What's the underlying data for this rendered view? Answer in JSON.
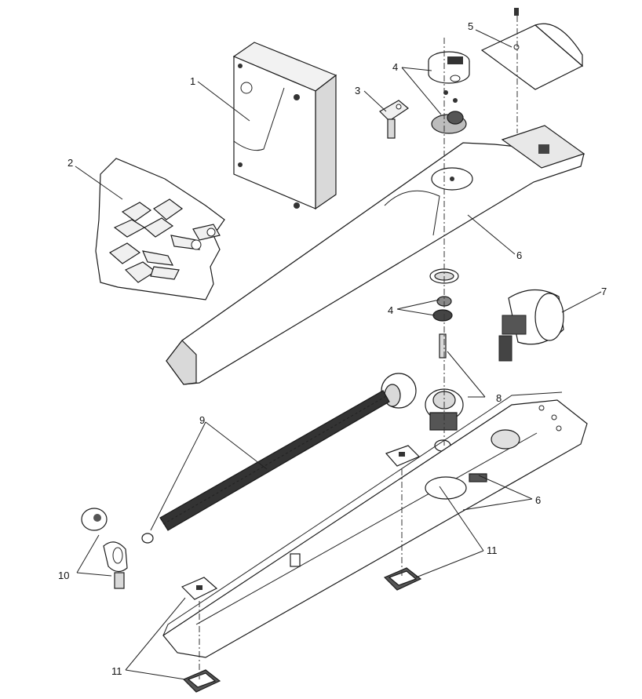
{
  "colors": {
    "outline": "#1a1a1a",
    "fill": "#ffffff",
    "shade": "#d9d9d9",
    "dark": "#555555",
    "black": "#111111"
  },
  "labels": {
    "l1": "1",
    "l2": "2",
    "l3": "3",
    "l4a": "4",
    "l4b": "4",
    "l5": "5",
    "l6a": "6",
    "l6b": "6",
    "l7": "7",
    "l8": "8",
    "l9": "9",
    "l10": "10",
    "l11a": "11",
    "l11b": "11"
  }
}
